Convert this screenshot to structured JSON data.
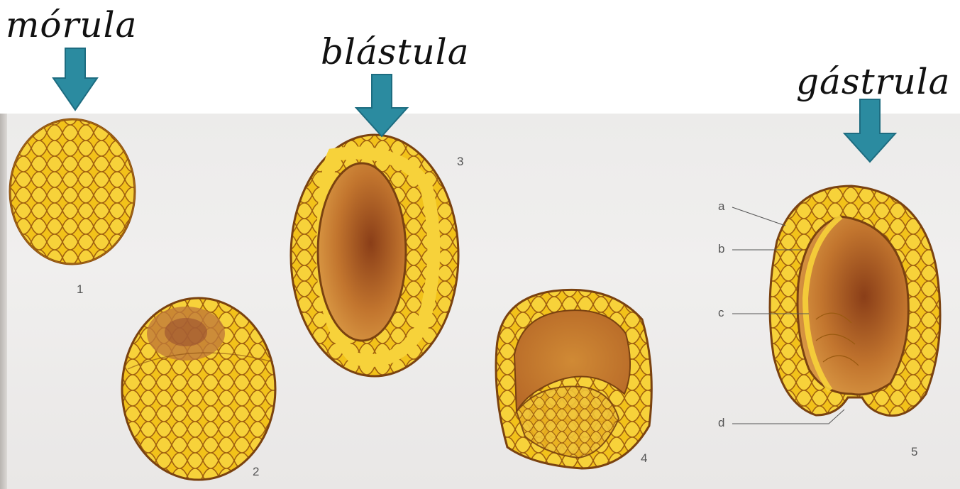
{
  "stage_titles": {
    "morula": "mórula",
    "blastula": "blástula",
    "gastrula": "gástrula"
  },
  "figure_numbers": [
    "1",
    "2",
    "3",
    "4",
    "5"
  ],
  "gastrula_labels": [
    "a",
    "b",
    "c",
    "d"
  ],
  "colors": {
    "arrow": "#2b8ba0",
    "arrow_outline": "#1d6c80",
    "cell_fill": "#f2c21a",
    "cell_border": "#9a5a10",
    "cavity": "#b8692a"
  }
}
